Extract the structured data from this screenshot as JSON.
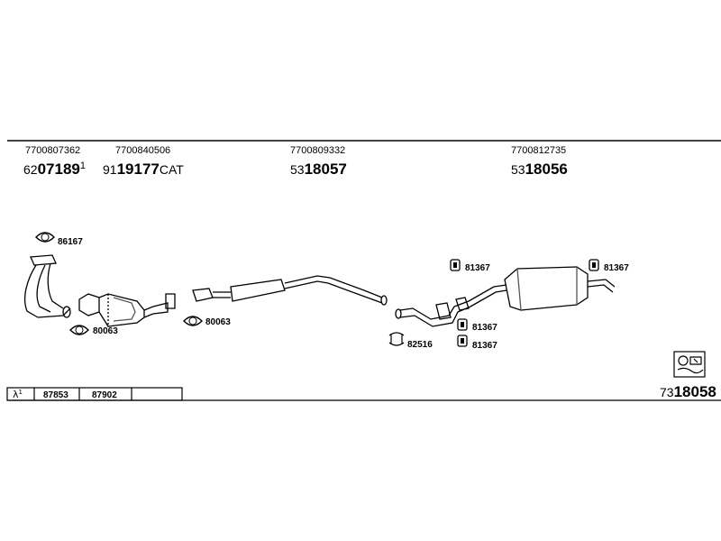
{
  "header": {
    "columns": [
      {
        "oem": "7700807362",
        "code_prefix": "62",
        "code": "07189",
        "code_suffix": "1"
      },
      {
        "oem": "7700840506",
        "code_prefix": "91",
        "code": "19177",
        "code_suffix": "CAT"
      },
      {
        "oem": "7700809332",
        "code_prefix": "53",
        "code": "18057",
        "code_suffix": ""
      },
      {
        "oem": "7700812735",
        "code_prefix": "53",
        "code": "18056",
        "code_suffix": ""
      }
    ]
  },
  "parts": {
    "gasket_top": "86167",
    "gasket_left": "80063",
    "gasket_mid": "80063",
    "clamp": "82516",
    "hanger_a": "81367",
    "hanger_b": "81367",
    "hanger_c": "81367",
    "hanger_d": "81367"
  },
  "footer": {
    "lambda_symbol": "λ",
    "lambda_sup": "1",
    "cells": [
      "87853",
      "87902"
    ]
  },
  "kit": {
    "code_prefix": "73",
    "code": "18058"
  }
}
